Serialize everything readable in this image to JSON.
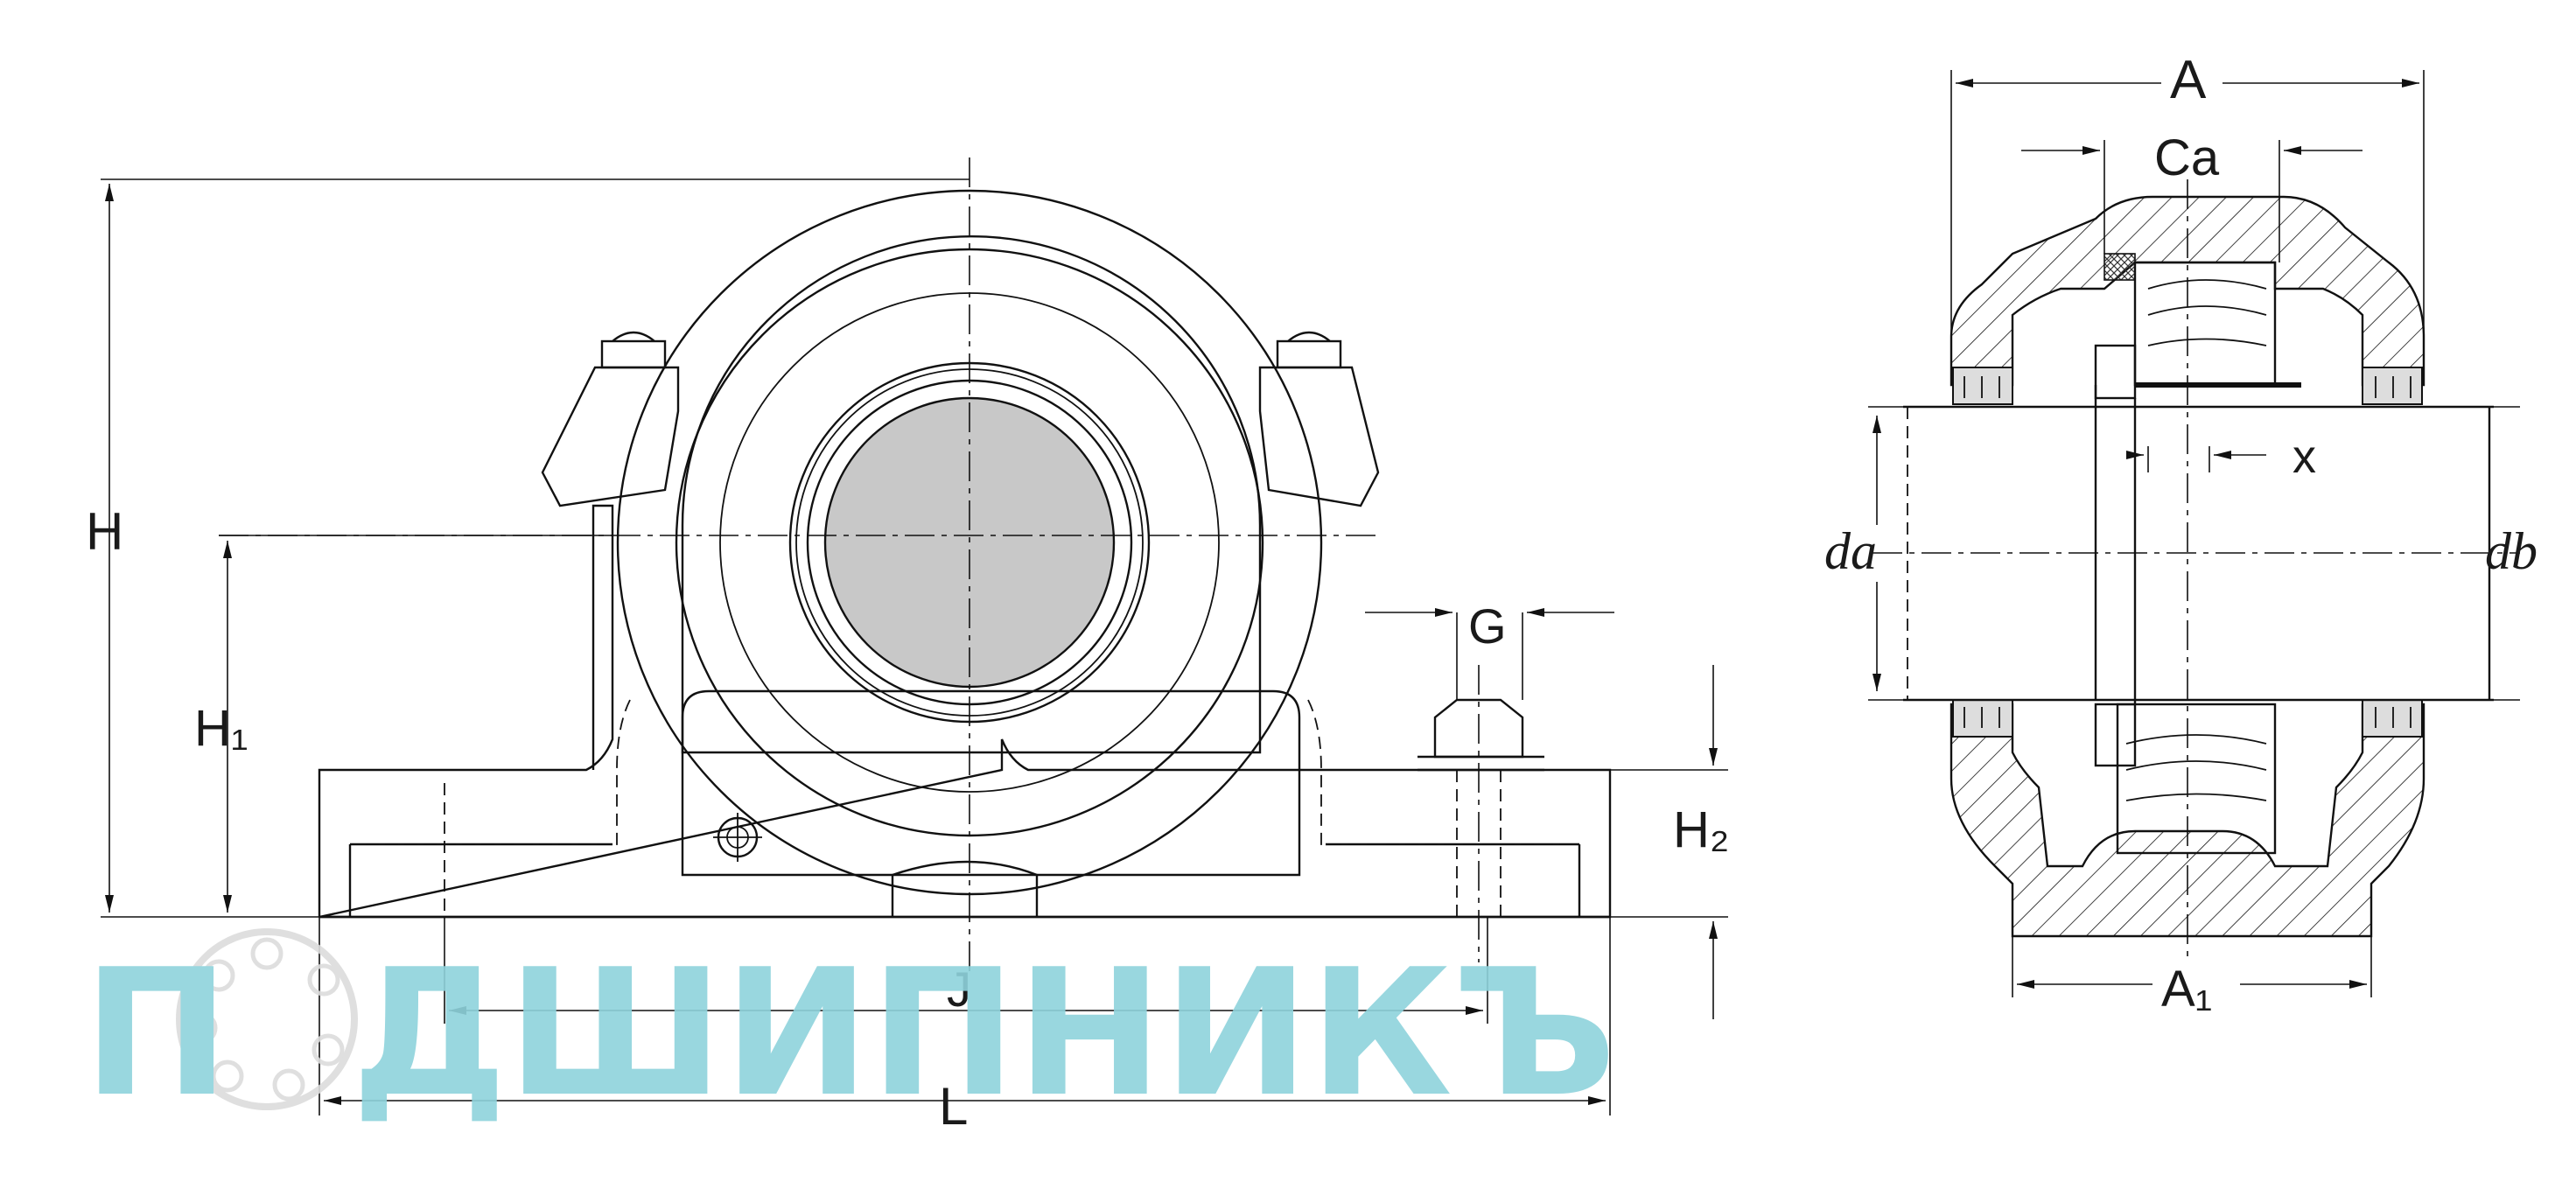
{
  "labels": {
    "H": "H",
    "H1": "H₁",
    "H2": "H₂",
    "G": "G",
    "J": "J",
    "L": "L",
    "A": "A",
    "Ca": "Ca",
    "A1": "A₁",
    "da": "da",
    "db": "db",
    "x": "x"
  },
  "watermark": {
    "text": "П  ДШИПНИКЪ",
    "color": "#8fd3dc"
  },
  "colors": {
    "line": "#111111",
    "shaft_fill": "#c8c8c8",
    "background": "#ffffff"
  }
}
